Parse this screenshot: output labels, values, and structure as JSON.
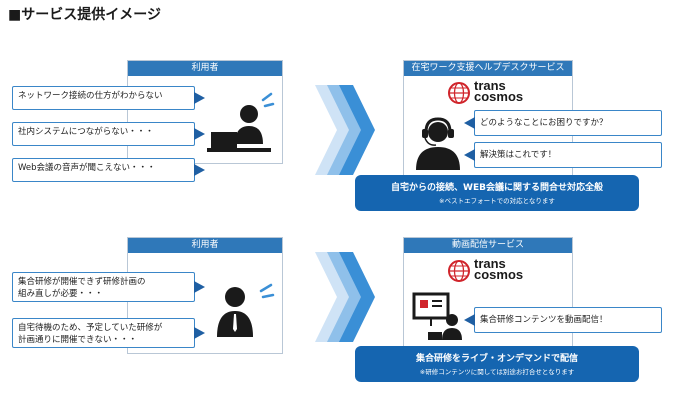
{
  "page": {
    "title": "■サービス提供イメージ"
  },
  "section1": {
    "user_panel_title": "利用者",
    "problems": [
      "ネットワーク接続の仕方がわからない",
      "社内システムにつながらない・・・",
      "Web会議の音声が聞こえない・・・"
    ],
    "service_panel_title": "在宅ワーク支援ヘルプデスクサービス",
    "logo": {
      "line1": "trans",
      "line2": "cosmos"
    },
    "responses": [
      "どのようなことにお困りですか？",
      "解決策はこれです！"
    ],
    "banner_main": "自宅からの接続、WEB会議に関する問合せ対応全般",
    "banner_sub": "※ベストエフォートでの対応となります"
  },
  "section2": {
    "user_panel_title": "利用者",
    "problems": [
      {
        "line1": "集合研修が開催できず研修計画の",
        "line2": "組み直しが必要・・・"
      },
      {
        "line1": "自宅待機のため、予定していた研修が",
        "line2": "計画通りに開催できない・・・"
      }
    ],
    "service_panel_title": "動画配信サービス",
    "logo": {
      "line1": "trans",
      "line2": "cosmos"
    },
    "responses": [
      "集合研修コンテンツを動画配信！"
    ],
    "banner_main": "集合研修をライブ・オンデマンドで配信",
    "banner_sub": "※研修コンテンツに関しては別途お打合せとなります"
  },
  "colors": {
    "primary": "#2f78b9",
    "banner": "#1565b0",
    "border": "#3a86c8",
    "chevron_light": "#cfe3f6",
    "chevron_dark": "#3a8fd6"
  }
}
